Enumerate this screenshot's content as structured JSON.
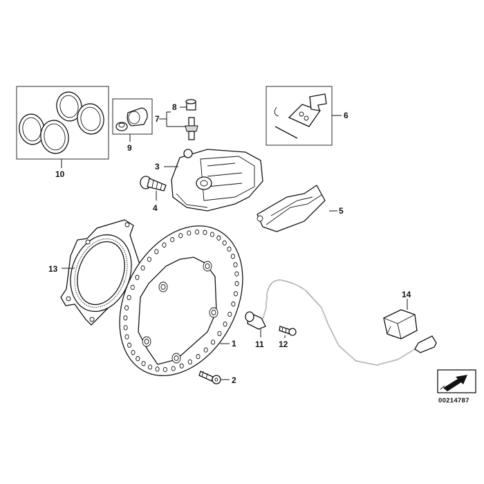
{
  "callouts": [
    {
      "num": "1"
    },
    {
      "num": "2"
    },
    {
      "num": "3"
    },
    {
      "num": "4"
    },
    {
      "num": "5"
    },
    {
      "num": "6"
    },
    {
      "num": "7"
    },
    {
      "num": "8"
    },
    {
      "num": "9"
    },
    {
      "num": "10"
    },
    {
      "num": "11"
    },
    {
      "num": "12"
    },
    {
      "num": "13"
    },
    {
      "num": "14"
    }
  ],
  "drawing_number": "00214787",
  "icons": {
    "corner_badge": "arrow-icon"
  }
}
